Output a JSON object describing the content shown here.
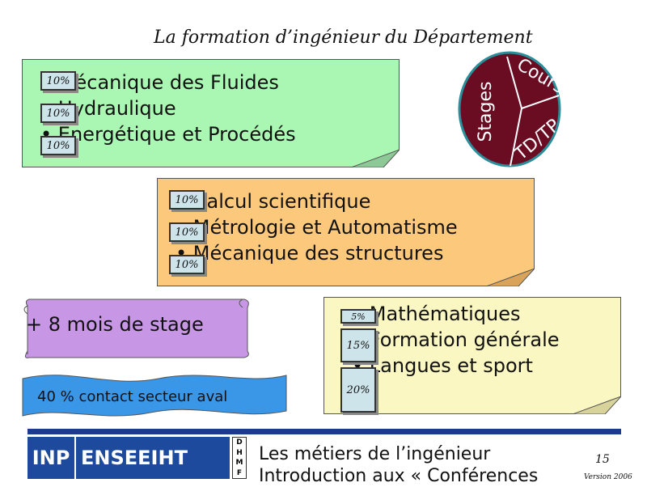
{
  "slide": {
    "title": "La formation d’ingénieur du Département",
    "box1": {
      "items": [
        "Mécanique des Fluides",
        "Hydraulique",
        "Énergétique et Procédés"
      ],
      "percents": [
        "10%",
        "10%",
        "10%"
      ],
      "color": "#aaf7b4"
    },
    "box2": {
      "items": [
        "Calcul scientifique",
        "Métrologie et Automatisme",
        "Mécanique des structures"
      ],
      "percents": [
        "10%",
        "10%",
        "10%"
      ],
      "color": "#fcc97c"
    },
    "box3": {
      "items": [
        "Mathématiques",
        "Formation générale",
        "Langues et sport"
      ],
      "percents": [
        "5%",
        "15%",
        "20%"
      ],
      "color": "#fbf7c2"
    },
    "circle": {
      "segments": [
        "Cours",
        "TD/TP",
        "Stages"
      ],
      "color": "#6b0d22"
    },
    "scroll_text": "+ 8 mois de stage",
    "scroll_color": "#c797e6",
    "wave_text": "40 % contact secteur aval",
    "wave_color": "#3a96e6"
  },
  "footer": {
    "logo_inp": "INP",
    "logo_ens": "ENSEEIHT",
    "logo_dhmf": [
      "D",
      "H",
      "M",
      "F"
    ],
    "line1": "Les métiers de l’ingénieur",
    "line2": "Introduction aux « Conférences",
    "page_number": "15",
    "version": "Version 2006"
  }
}
